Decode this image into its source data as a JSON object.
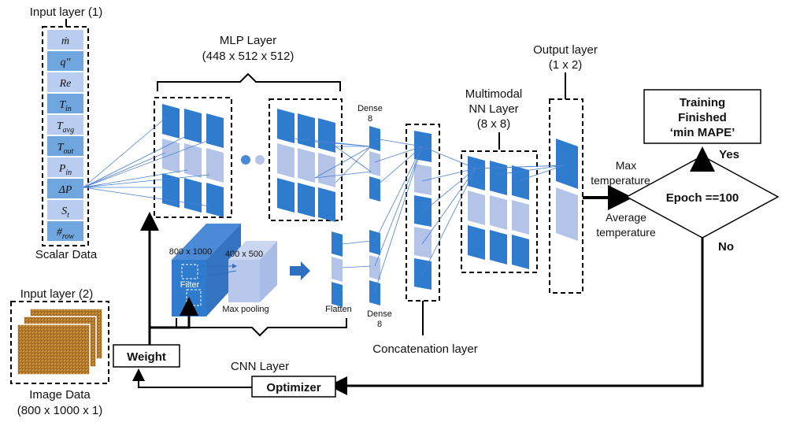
{
  "input1": {
    "title": "Input layer (1)",
    "caption": "Scalar Data",
    "items": [
      {
        "base": "ṁ",
        "sub": ""
      },
      {
        "base": "q''",
        "sub": ""
      },
      {
        "base": "Re",
        "sub": ""
      },
      {
        "base": "T",
        "sub": "in"
      },
      {
        "base": "T",
        "sub": "avg"
      },
      {
        "base": "T",
        "sub": "out"
      },
      {
        "base": "P",
        "sub": "in"
      },
      {
        "base": "ΔP",
        "sub": ""
      },
      {
        "base": "S",
        "sub": "t"
      },
      {
        "base": "#",
        "sub": "row"
      }
    ]
  },
  "input2": {
    "title": "Input layer (2)",
    "caption_line1": "Image Data",
    "caption_line2": "(800 x 1000 x 1)"
  },
  "mlp": {
    "title_line1": "MLP Layer",
    "title_line2": "(448 x 512 x 512)"
  },
  "cnn": {
    "title": "CNN Layer",
    "input_size": "800 x 1000",
    "filter_label": "Filter",
    "pool_size": "400 x 500",
    "pool_label": "Max pooling",
    "flatten_label": "Flatten"
  },
  "dense_top": {
    "line1": "Dense",
    "line2": "8"
  },
  "dense_bottom": {
    "line1": "Dense",
    "line2": "8"
  },
  "concat_label": "Concatenation layer",
  "multimodal": {
    "line1": "Multimodal",
    "line2": "NN Layer",
    "line3": "(8 x 8)"
  },
  "output": {
    "line1": "Output layer",
    "line2": "(1 x 2)"
  },
  "max_temp": {
    "line1": "Max",
    "line2": "temperature"
  },
  "avg_temp": {
    "line1": "Average",
    "line2": "temperature"
  },
  "decision": "Epoch ==100",
  "yes_label": "Yes",
  "no_label": "No",
  "training": {
    "line1": "Training",
    "line2": "Finished",
    "line3": "‘min MAPE’"
  },
  "weight_label": "Weight",
  "optimizer_label": "Optimizer",
  "colors": {
    "dark_blue": "#2f7ccf",
    "light_blue": "#b4c3e8",
    "input_cell": "#6fa6dd",
    "input_cell_alt": "#b9cdf0"
  }
}
